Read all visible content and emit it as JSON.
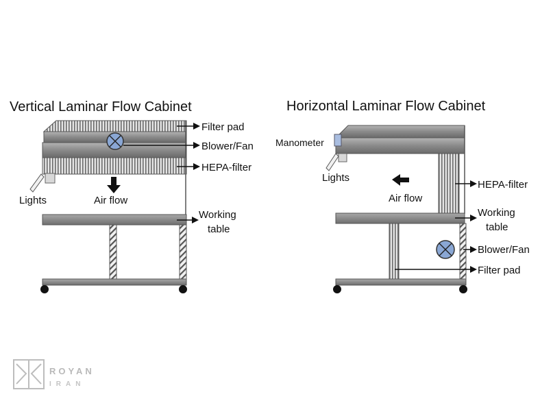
{
  "vertical": {
    "title": "Vertical Laminar Flow Cabinet",
    "labels": {
      "filter_pad": "Filter pad",
      "blower_fan": "Blower/Fan",
      "hepa_filter": "HEPA-filter",
      "lights": "Lights",
      "air_flow": "Air flow",
      "working_line1": "Working",
      "working_line2": "table"
    }
  },
  "horizontal": {
    "title": "Horizontal Laminar Flow Cabinet",
    "labels": {
      "manometer": "Manometer",
      "lights": "Lights",
      "hepa_filter": "HEPA-filter",
      "air_flow": "Air flow",
      "working_line1": "Working",
      "working_line2": "table",
      "blower_fan": "Blower/Fan",
      "filter_pad": "Filter pad"
    }
  },
  "logo": {
    "main": "ROYAN",
    "sub": "IRAN"
  },
  "colors": {
    "panel_gray": "#8f8f8f",
    "panel_edge": "#555555",
    "filter_gray": "#c9c9c9",
    "fan_blue": "#8aa7d4",
    "manometer_blue": "#a9bde0",
    "logo_gray": "#bbbbbb"
  }
}
